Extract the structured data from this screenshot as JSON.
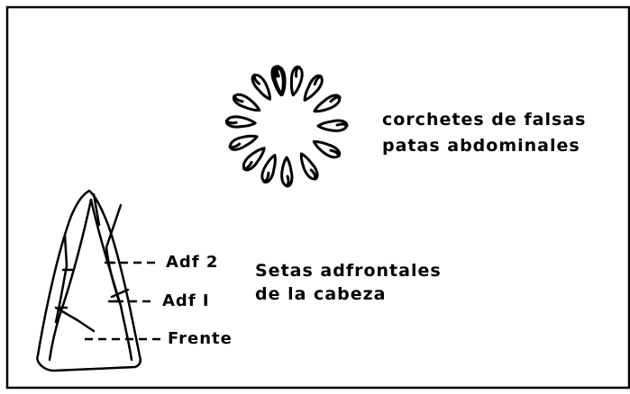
{
  "hooks": {
    "caption": [
      "corchetes  de falsas",
      "patas abdominales"
    ]
  },
  "head": {
    "labels": {
      "adf2": "Adf 2",
      "adf1": "Adf I",
      "frente": "Frente"
    },
    "caption": [
      "Setas adfrontales",
      "de la cabeza"
    ]
  },
  "colors": {
    "ink": "#000000",
    "paper": "#ffffff"
  }
}
